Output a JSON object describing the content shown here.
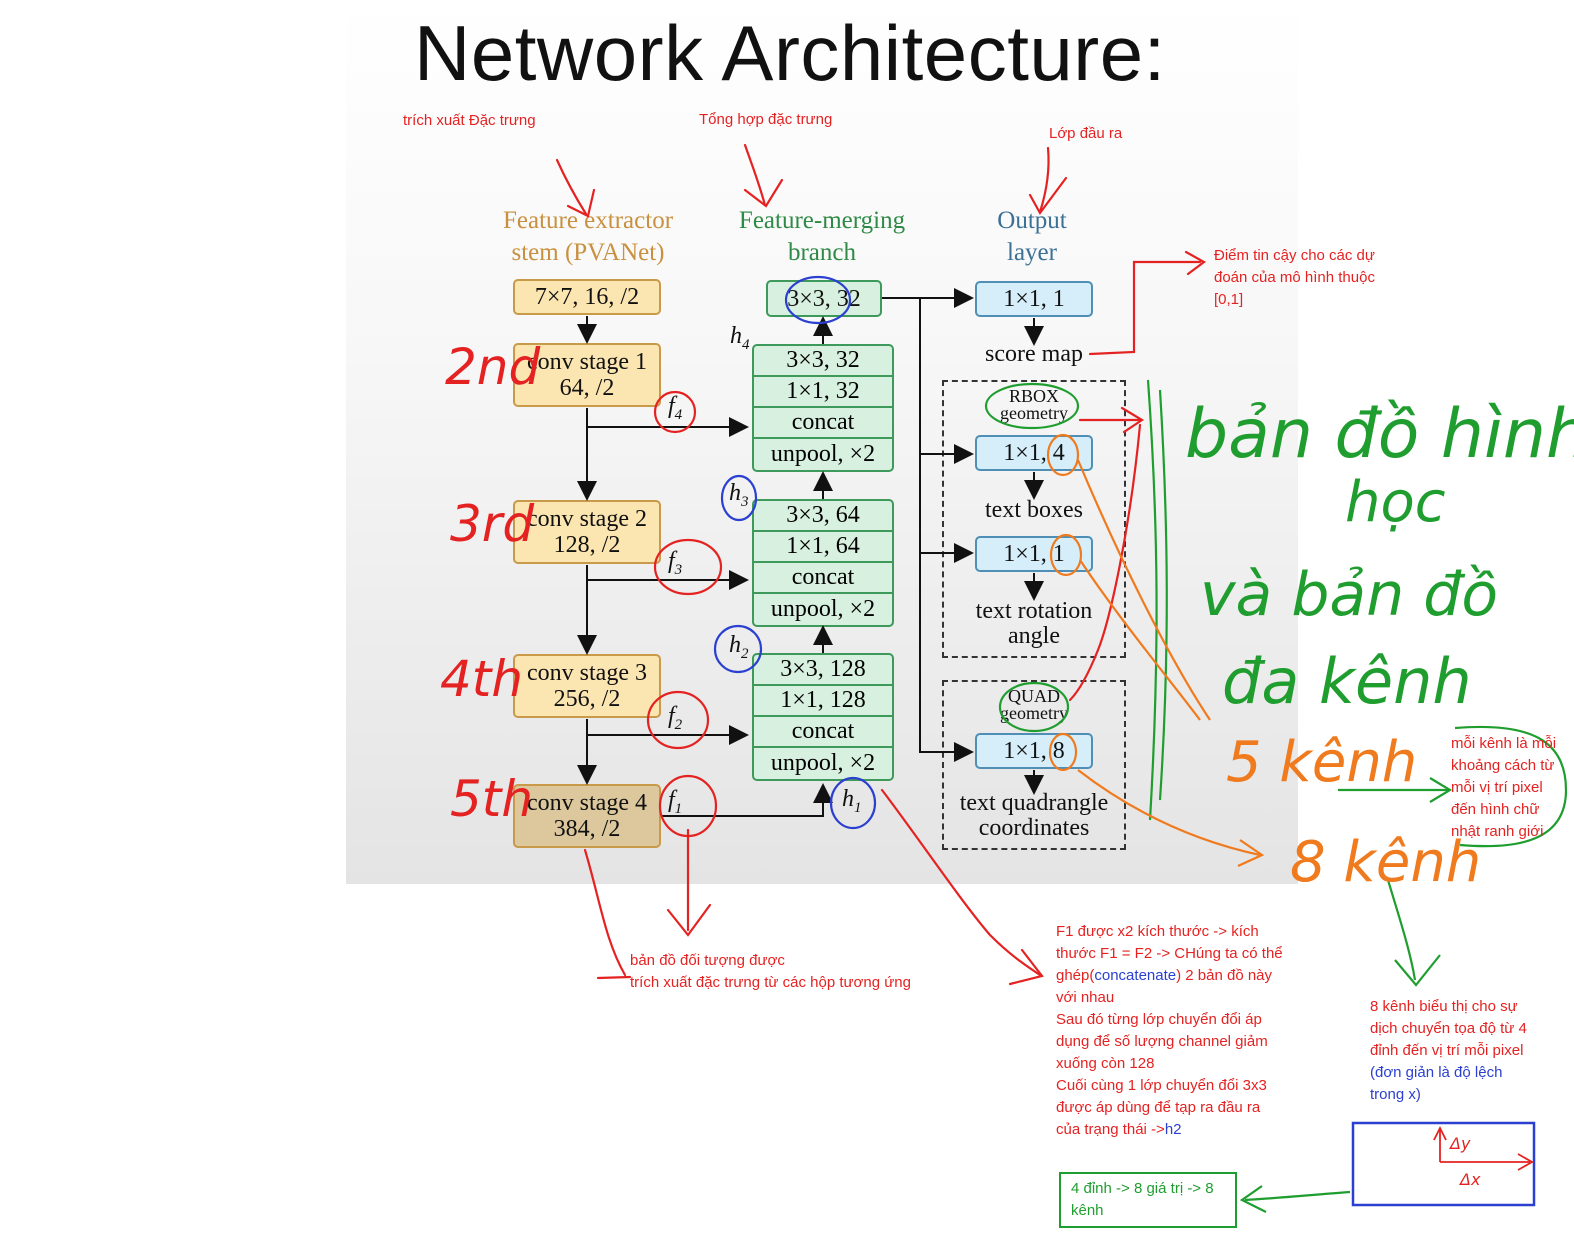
{
  "title": "Network Architecture:",
  "headers": {
    "stem": [
      "Feature extractor",
      "stem (PVANet)"
    ],
    "merge": [
      "Feature-merging",
      "branch"
    ],
    "output": [
      "Output",
      "layer"
    ]
  },
  "stem_boxes": [
    "7×7, 16, /2",
    "conv stage 1",
    "64, /2",
    "conv stage 2",
    "128, /2",
    "conv stage 3",
    "256, /2",
    "conv stage 4",
    "384, /2"
  ],
  "merge_top": "3×3, 32",
  "merge_blocks": [
    [
      "3×3, 32",
      "1×1, 32",
      "concat",
      "unpool, ×2"
    ],
    [
      "3×3, 64",
      "1×1, 64",
      "concat",
      "unpool, ×2"
    ],
    [
      "3×3, 128",
      "1×1, 128",
      "concat",
      "unpool, ×2"
    ]
  ],
  "output": {
    "score_conv": "1×1, 1",
    "score_map": "score map",
    "rbox_label": [
      "RBOX",
      "geometry"
    ],
    "rbox_conv1": "1×1, 4",
    "text_boxes": "text boxes",
    "rbox_conv2": "1×1, 1",
    "rotation": [
      "text rotation",
      "angle"
    ],
    "quad_label": [
      "QUAD",
      "geometry"
    ],
    "quad_conv": "1×1, 8",
    "quad_coords": [
      "text quadrangle",
      "coordinates"
    ]
  },
  "symbols": {
    "f": [
      "f",
      "4",
      "f",
      "3",
      "f",
      "2",
      "f",
      "1"
    ],
    "h": [
      "h",
      "4",
      "h",
      "3",
      "h",
      "2",
      "h",
      "1"
    ]
  },
  "handwritten": {
    "stages": [
      "2nd",
      "3rd",
      "4th",
      "5th"
    ],
    "green_big": [
      "bản đồ hình",
      "học",
      "và bản đồ",
      "đa kênh"
    ],
    "orange": [
      "5 kênh",
      "8 kênh"
    ],
    "diagram_labels": [
      "Δy",
      "Δx"
    ]
  },
  "notes": {
    "extract": "trích xuất  Đặc trưng",
    "merge": "Tổng hợp đặc trưng",
    "output_layer": "Lớp đầu ra",
    "score": [
      "Điểm tin cậy cho các dự",
      "đoán của mô hình thuộc",
      "[0,1]"
    ],
    "bottom_left": [
      "bản đồ đối tượng được",
      "trích xuất đặc trưng  từ các hộp tương ứng"
    ],
    "f1_note": {
      "lines": [
        "F1 được x2 kích thước -> kích",
        "thước F1 = F2 -> CHúng ta có thể"
      ],
      "l3a": "ghép(",
      "l3b": "concatenate",
      "l3c": ") 2 bản đồ này",
      "rest": [
        "với nhau",
        "Sau đó từng lớp chuyển đổi áp",
        "dụng để số lượng channel giảm",
        "xuống còn 128",
        "Cuối cùng 1 lớp chuyển đổi 3x3",
        "được áp dùng để tạp ra đầu ra"
      ],
      "last_a": "của trạng thái ->",
      "last_b": "h2"
    },
    "channel_note": [
      "mỗi kênh là mỗi",
      "khoảng cách từ",
      "mỗi vị trí pixel",
      "đến hình chữ",
      "nhật ranh giới"
    ],
    "eight_note": {
      "lines": [
        "8 kênh biểu thị cho sự",
        "dịch chuyển tọa độ từ 4",
        "đỉnh đến vị trí mỗi pixel"
      ],
      "blue": [
        "(đơn giản là độ lệch",
        "trong x)"
      ]
    },
    "green_box": [
      "4 đỉnh -> 8 giá trị -> 8",
      "kênh"
    ]
  }
}
